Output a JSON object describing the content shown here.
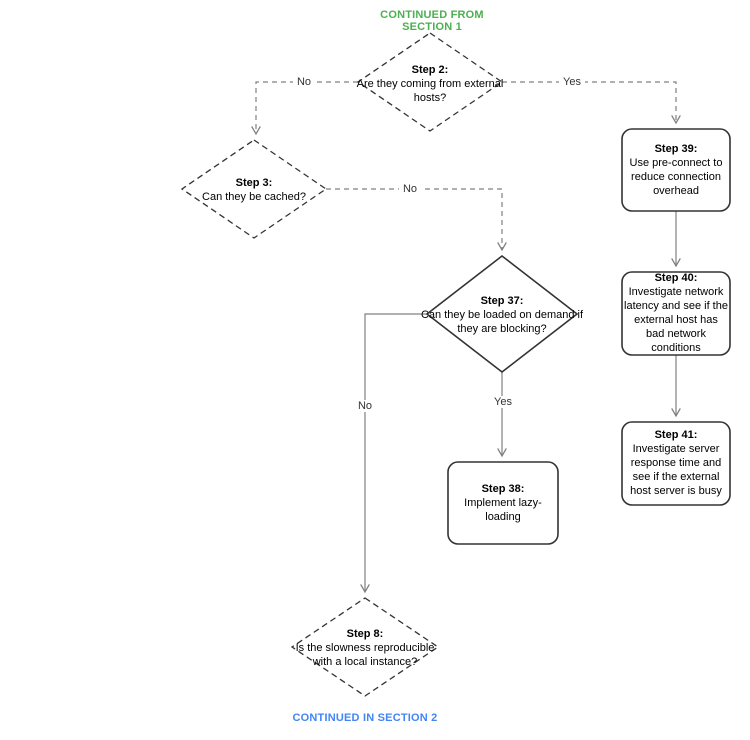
{
  "diagram": {
    "type": "flowchart",
    "header": {
      "label": "CONTINUED FROM SECTION 1",
      "color": "#4caf50"
    },
    "footer": {
      "label": "CONTINUED IN SECTION 2",
      "color": "#4285f4"
    }
  },
  "colors": {
    "shape_border": "#333333",
    "connector": "#808080",
    "text": "#000000",
    "background": "#ffffff"
  },
  "nodes": {
    "step2": {
      "shape": "decision",
      "border": "dashed",
      "title": "Step 2:",
      "text": "Are they coming from external hosts?"
    },
    "step3": {
      "shape": "decision",
      "border": "dashed",
      "title": "Step 3:",
      "text": "Can they be cached?"
    },
    "step37": {
      "shape": "decision",
      "border": "solid",
      "title": "Step 37:",
      "text": "Can they be loaded on demand if they are blocking?"
    },
    "step38": {
      "shape": "process",
      "border": "solid",
      "title": "Step 38:",
      "text": "Implement lazy-loading"
    },
    "step39": {
      "shape": "process",
      "border": "solid",
      "title": "Step 39:",
      "text": "Use pre-connect to reduce connection overhead"
    },
    "step40": {
      "shape": "process",
      "border": "solid",
      "title": "Step 40:",
      "text": "Investigate network latency and see if the external host has bad network conditions"
    },
    "step41": {
      "shape": "process",
      "border": "solid",
      "title": "Step 41:",
      "text": "Investigate server response time and see if the external host server is busy"
    },
    "step8": {
      "shape": "decision",
      "border": "dashed",
      "title": "Step 8:",
      "text": "Is the slowness reproducible with a local instance?"
    }
  },
  "edges": [
    {
      "from": "step2",
      "to": "step3",
      "label": "No",
      "style": "dashed"
    },
    {
      "from": "step2",
      "to": "step39",
      "label": "Yes",
      "style": "dashed"
    },
    {
      "from": "step3",
      "to": "step37",
      "label": "No",
      "style": "dashed"
    },
    {
      "from": "step37",
      "to": "step8",
      "label": "No",
      "style": "solid"
    },
    {
      "from": "step37",
      "to": "step38",
      "label": "Yes",
      "style": "solid"
    },
    {
      "from": "step39",
      "to": "step40",
      "label": "",
      "style": "solid"
    },
    {
      "from": "step40",
      "to": "step41",
      "label": "",
      "style": "solid"
    }
  ]
}
